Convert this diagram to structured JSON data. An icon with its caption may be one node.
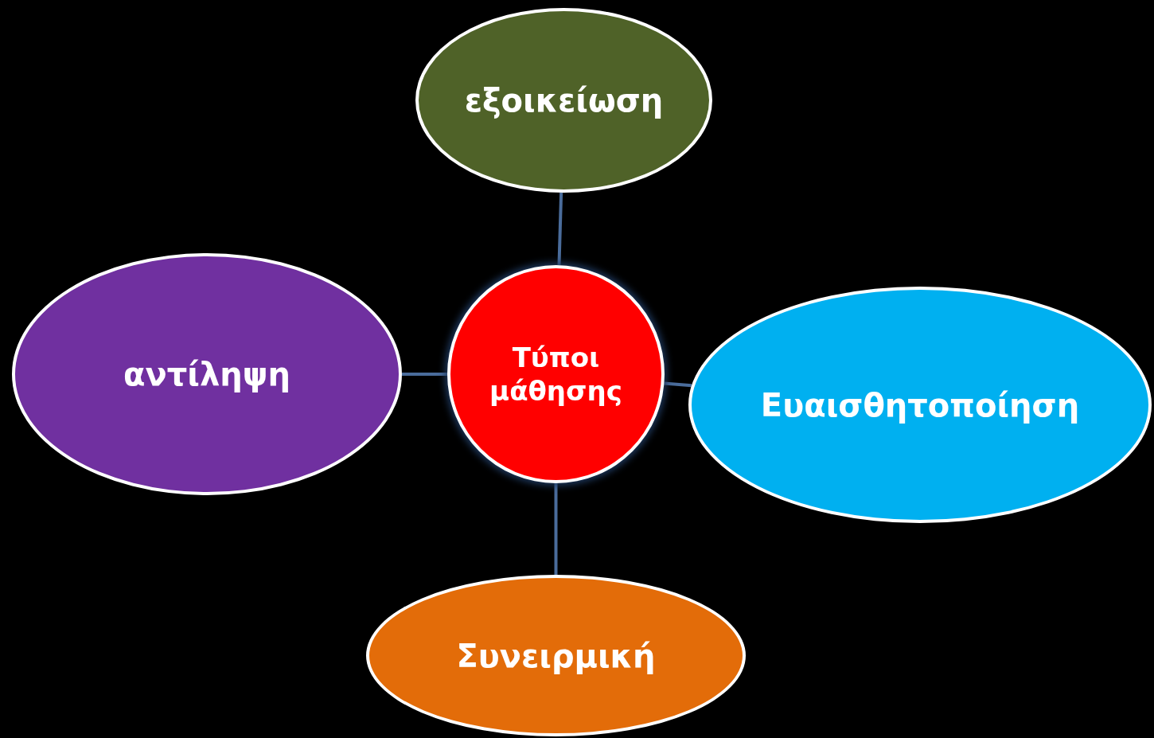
{
  "diagram": {
    "nodes": [
      {
        "text": [
          "εξοικείωση"
        ]
      },
      {
        "text": [
          "αντίληψη"
        ]
      },
      {
        "text": [
          "Τύποι μάθησης"
        ]
      },
      {
        "text": [
          "Ευαισθητοποίηση"
        ]
      },
      {
        "text": [
          "Συνειρμική"
        ]
      }
    ],
    "edges": [
      {
        "from": 2,
        "to": 0,
        "arrow": "none"
      },
      {
        "from": 2,
        "to": 1,
        "arrow": "none"
      },
      {
        "from": 2,
        "to": 3,
        "arrow": "none"
      },
      {
        "from": 2,
        "to": 4,
        "arrow": "none"
      }
    ]
  }
}
